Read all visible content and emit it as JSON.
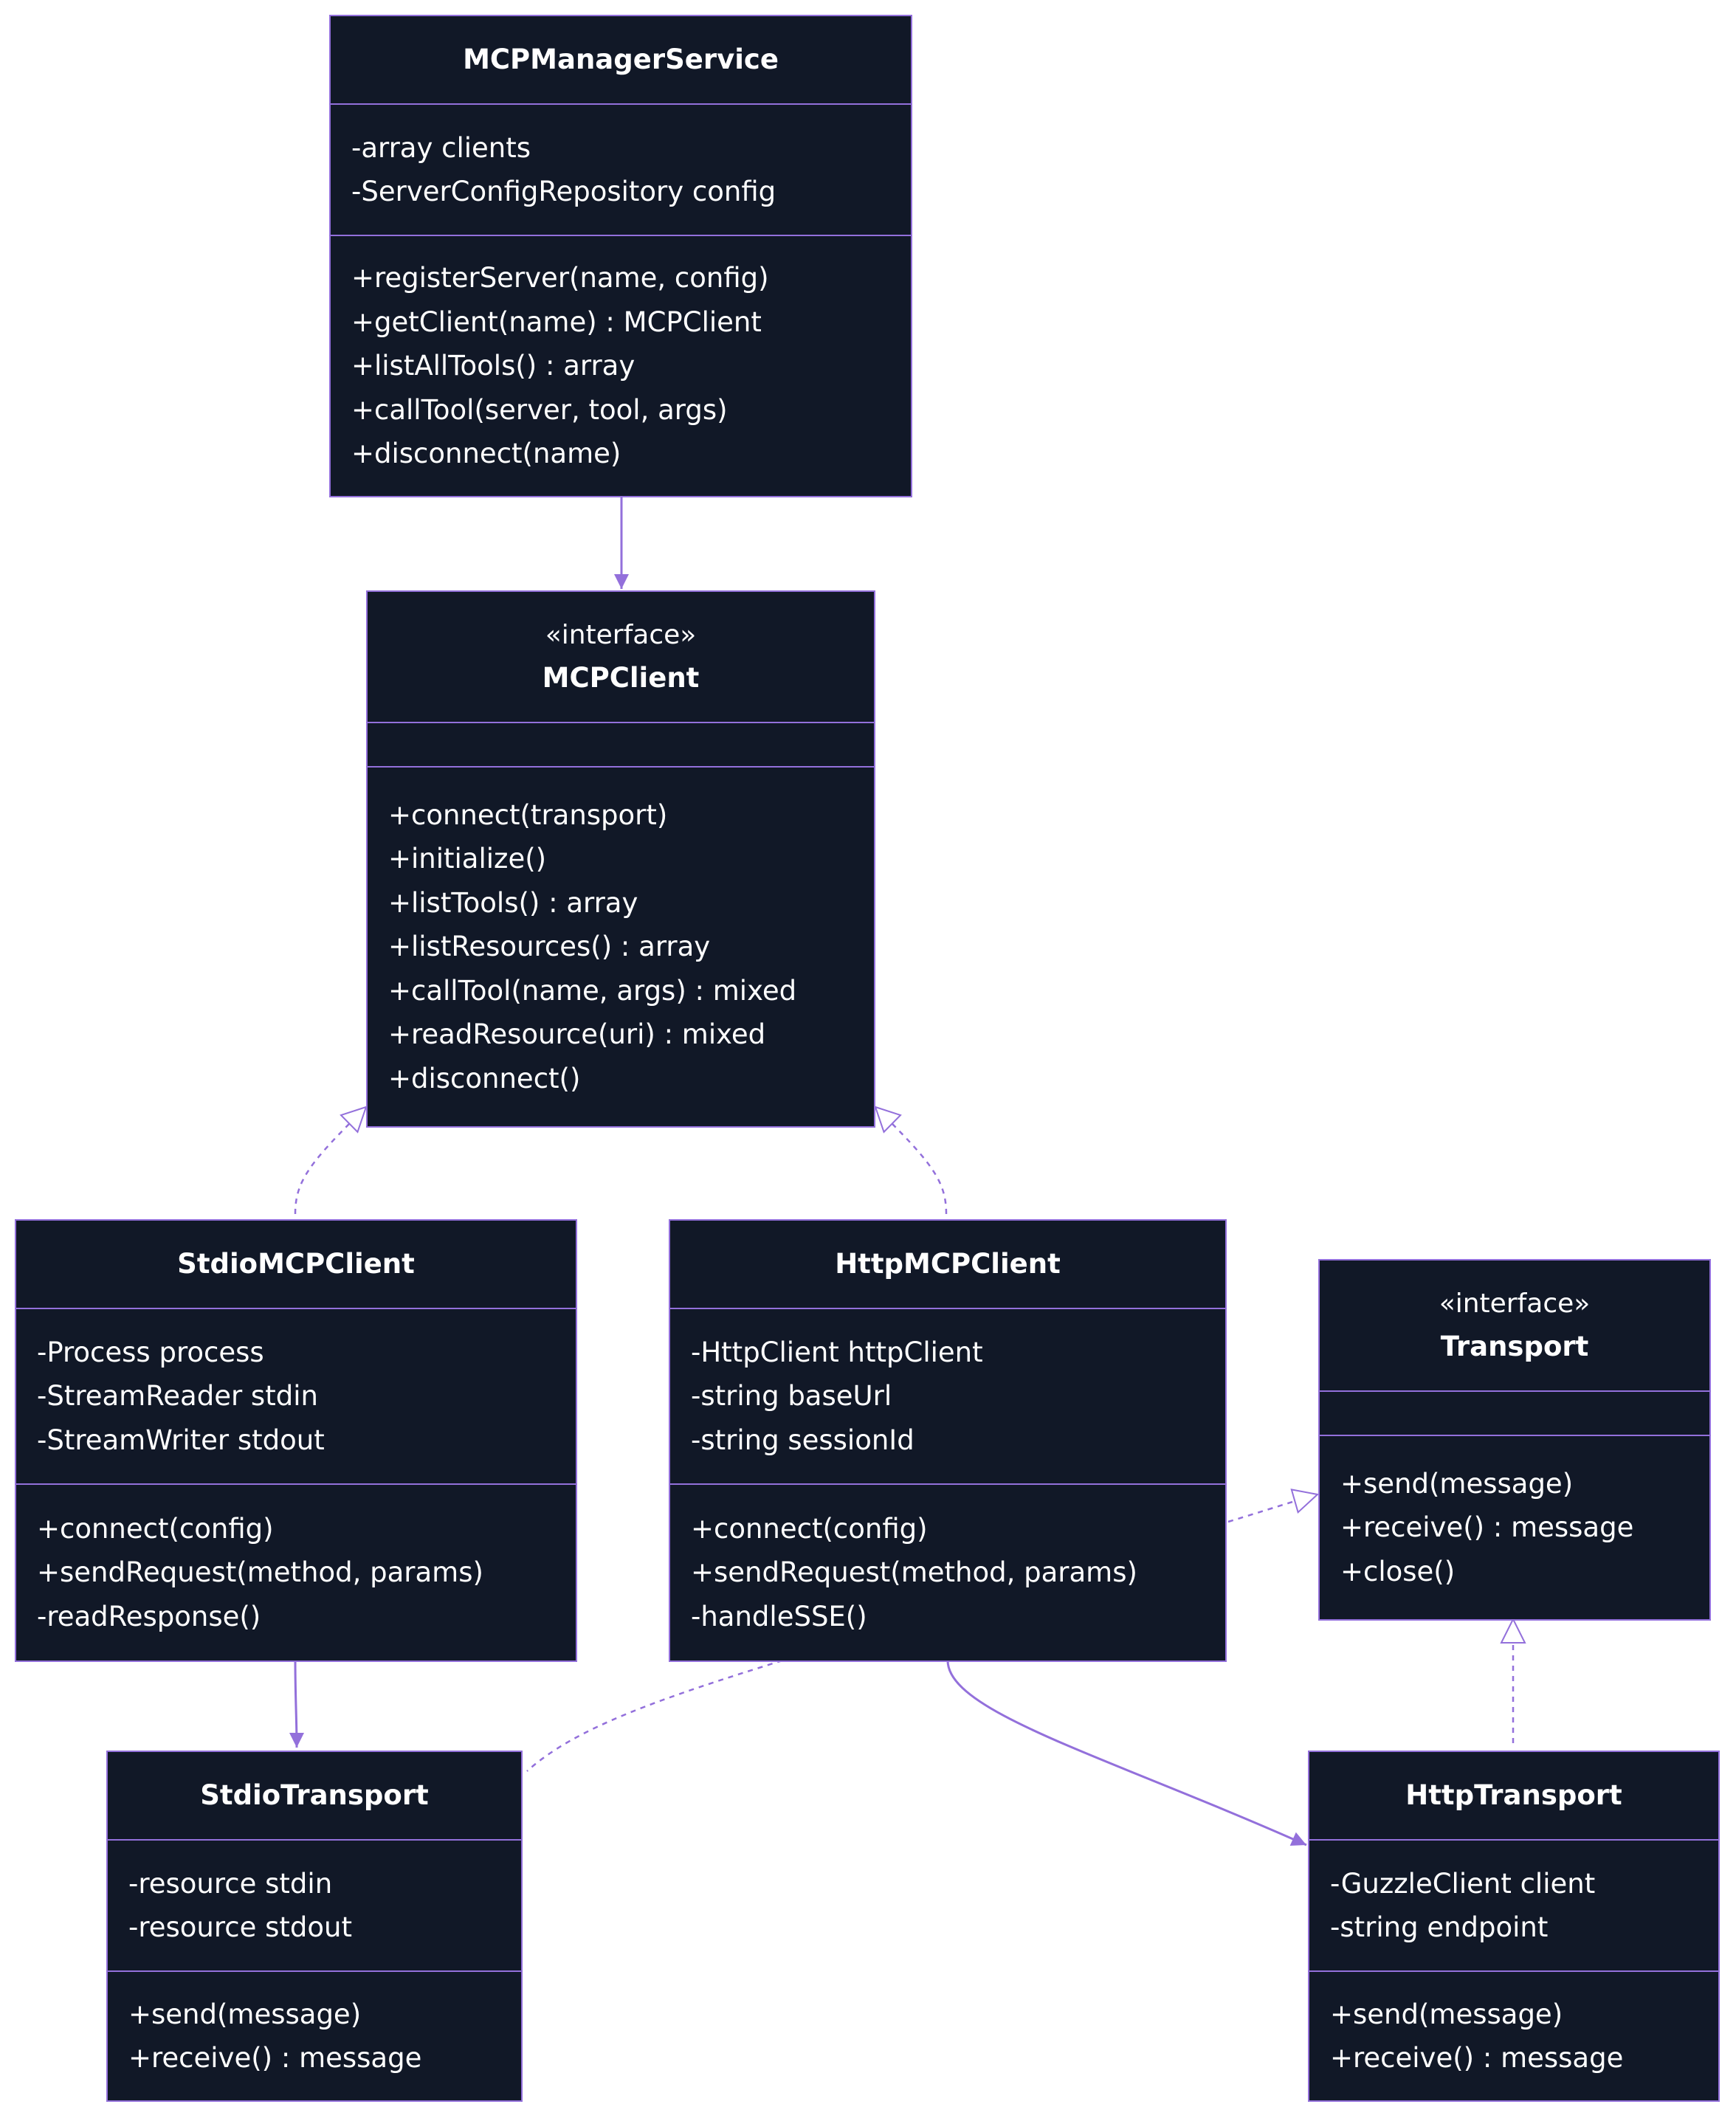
{
  "colors": {
    "background": "#ffffff",
    "box_fill": "#111827",
    "box_border": "#9370db",
    "text": "#ffffff",
    "edge": "#9370db"
  },
  "classes": {
    "manager": {
      "stereotype": "",
      "name": "MCPManagerService",
      "attributes": [
        "-array clients",
        "-ServerConfigRepository config"
      ],
      "methods": [
        "+registerServer(name, config)",
        "+getClient(name) : MCPClient",
        "+listAllTools() : array",
        "+callTool(server, tool, args)",
        "+disconnect(name)"
      ]
    },
    "mcpclient": {
      "stereotype": "«interface»",
      "name": "MCPClient",
      "attributes": [],
      "methods": [
        "+connect(transport)",
        "+initialize()",
        "+listTools() : array",
        "+listResources() : array",
        "+callTool(name, args) : mixed",
        "+readResource(uri) : mixed",
        "+disconnect()"
      ]
    },
    "stdioclient": {
      "stereotype": "",
      "name": "StdioMCPClient",
      "attributes": [
        "-Process process",
        "-StreamReader stdin",
        "-StreamWriter stdout"
      ],
      "methods": [
        "+connect(config)",
        "+sendRequest(method, params)",
        "-readResponse()"
      ]
    },
    "httpclient": {
      "stereotype": "",
      "name": "HttpMCPClient",
      "attributes": [
        "-HttpClient httpClient",
        "-string baseUrl",
        "-string sessionId"
      ],
      "methods": [
        "+connect(config)",
        "+sendRequest(method, params)",
        "-handleSSE()"
      ]
    },
    "transport": {
      "stereotype": "«interface»",
      "name": "Transport",
      "attributes": [],
      "methods": [
        "+send(message)",
        "+receive() : message",
        "+close()"
      ]
    },
    "stdiotransport": {
      "stereotype": "",
      "name": "StdioTransport",
      "attributes": [
        "-resource stdin",
        "-resource stdout"
      ],
      "methods": [
        "+send(message)",
        "+receive() : message"
      ]
    },
    "httptransport": {
      "stereotype": "",
      "name": "HttpTransport",
      "attributes": [
        "-GuzzleClient client",
        "-string endpoint"
      ],
      "methods": [
        "+send(message)",
        "+receive() : message"
      ]
    }
  },
  "relations": [
    {
      "from": "manager",
      "to": "mcpclient",
      "kind": "association"
    },
    {
      "from": "stdioclient",
      "to": "mcpclient",
      "kind": "realization"
    },
    {
      "from": "httpclient",
      "to": "mcpclient",
      "kind": "realization"
    },
    {
      "from": "httpclient",
      "to": "transport",
      "kind": "realization"
    },
    {
      "from": "httptransport",
      "to": "transport",
      "kind": "realization"
    },
    {
      "from": "stdioclient",
      "to": "stdiotransport",
      "kind": "association"
    },
    {
      "from": "httpclient",
      "to": "httptransport",
      "kind": "association"
    },
    {
      "from": "httpclient",
      "to": "stdiotransport",
      "kind": "link"
    }
  ]
}
